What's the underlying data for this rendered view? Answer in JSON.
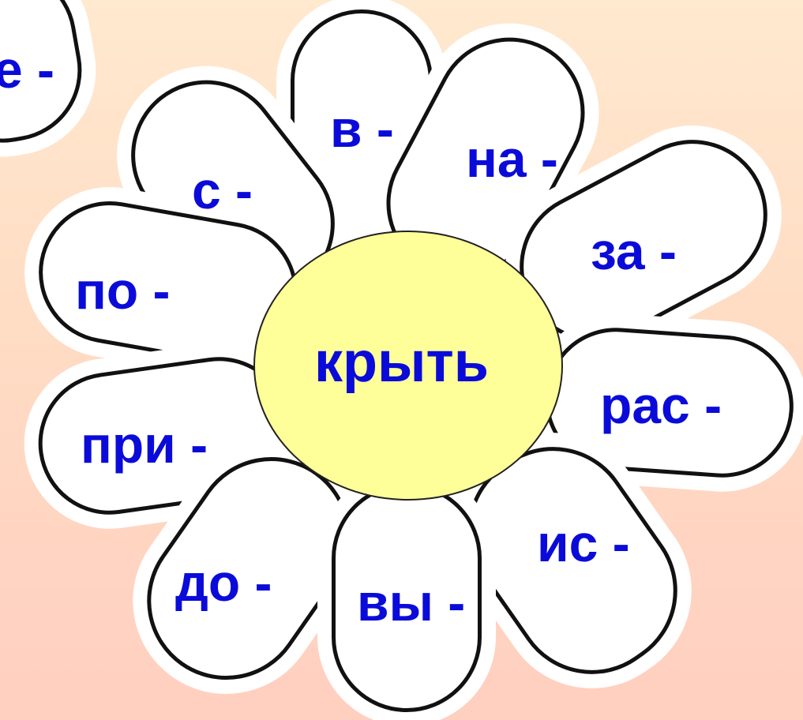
{
  "center_word": "крыть",
  "prefixes": [
    {
      "id": "ne",
      "text": "е -"
    },
    {
      "id": "v",
      "text": "в -"
    },
    {
      "id": "na",
      "text": "на -"
    },
    {
      "id": "s",
      "text": "с -"
    },
    {
      "id": "za",
      "text": "за -"
    },
    {
      "id": "po",
      "text": "по -"
    },
    {
      "id": "ras",
      "text": "рас -"
    },
    {
      "id": "pri",
      "text": "при -"
    },
    {
      "id": "is",
      "text": "ис -"
    },
    {
      "id": "do",
      "text": "до -"
    },
    {
      "id": "vy",
      "text": "вы -"
    }
  ],
  "colors": {
    "label": "#0b0bd9",
    "center_fill": "#ffff99",
    "petal_fill": "#ffffff",
    "petal_outline": "#111111"
  }
}
